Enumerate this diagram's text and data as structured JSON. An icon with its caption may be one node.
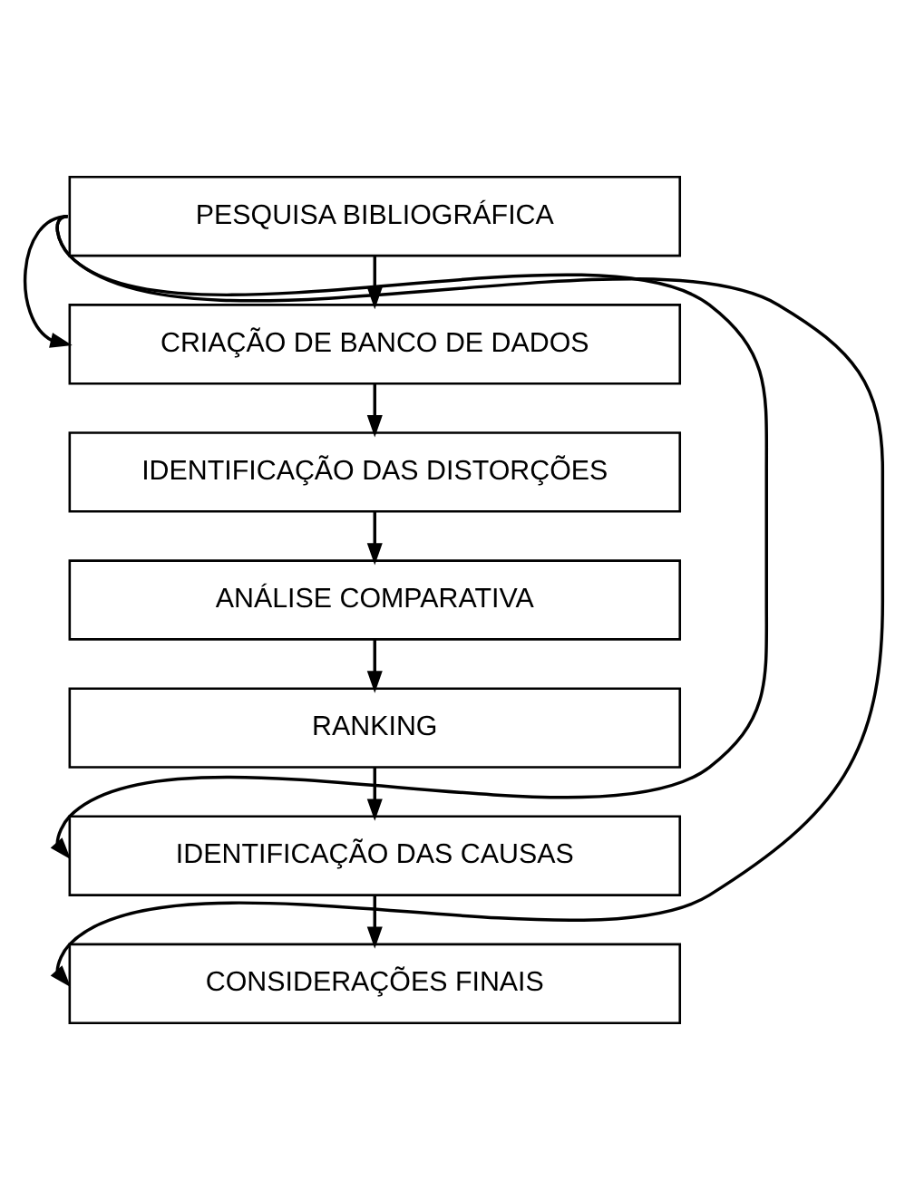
{
  "diagram": {
    "nodes": [
      {
        "text": [
          "PESQUISA BIBLIOGRÁFICA"
        ]
      },
      {
        "text": [
          "CRIAÇÃO DE BANCO DE DADOS"
        ]
      },
      {
        "text": [
          "IDENTIFICAÇÃO DAS DISTORÇÕES"
        ]
      },
      {
        "text": [
          "ANÁLISE COMPARATIVA"
        ]
      },
      {
        "text": [
          "RANKING"
        ]
      },
      {
        "text": [
          "IDENTIFICAÇÃO DAS CAUSAS"
        ]
      },
      {
        "text": [
          "CONSIDERAÇÕES FINAIS"
        ]
      }
    ],
    "edges": [
      {
        "from": 0,
        "to": 1,
        "arrow": "to"
      },
      {
        "from": 1,
        "to": 2,
        "arrow": "to"
      },
      {
        "from": 2,
        "to": 3,
        "arrow": "to"
      },
      {
        "from": 3,
        "to": 4,
        "arrow": "to"
      },
      {
        "from": 4,
        "to": 5,
        "arrow": "to"
      },
      {
        "from": 5,
        "to": 6,
        "arrow": "to"
      },
      {
        "from": 0,
        "to": 1,
        "arrow": "to"
      },
      {
        "from": 0,
        "to": 5,
        "arrow": "to"
      },
      {
        "from": 0,
        "to": 6,
        "arrow": "to"
      }
    ]
  }
}
